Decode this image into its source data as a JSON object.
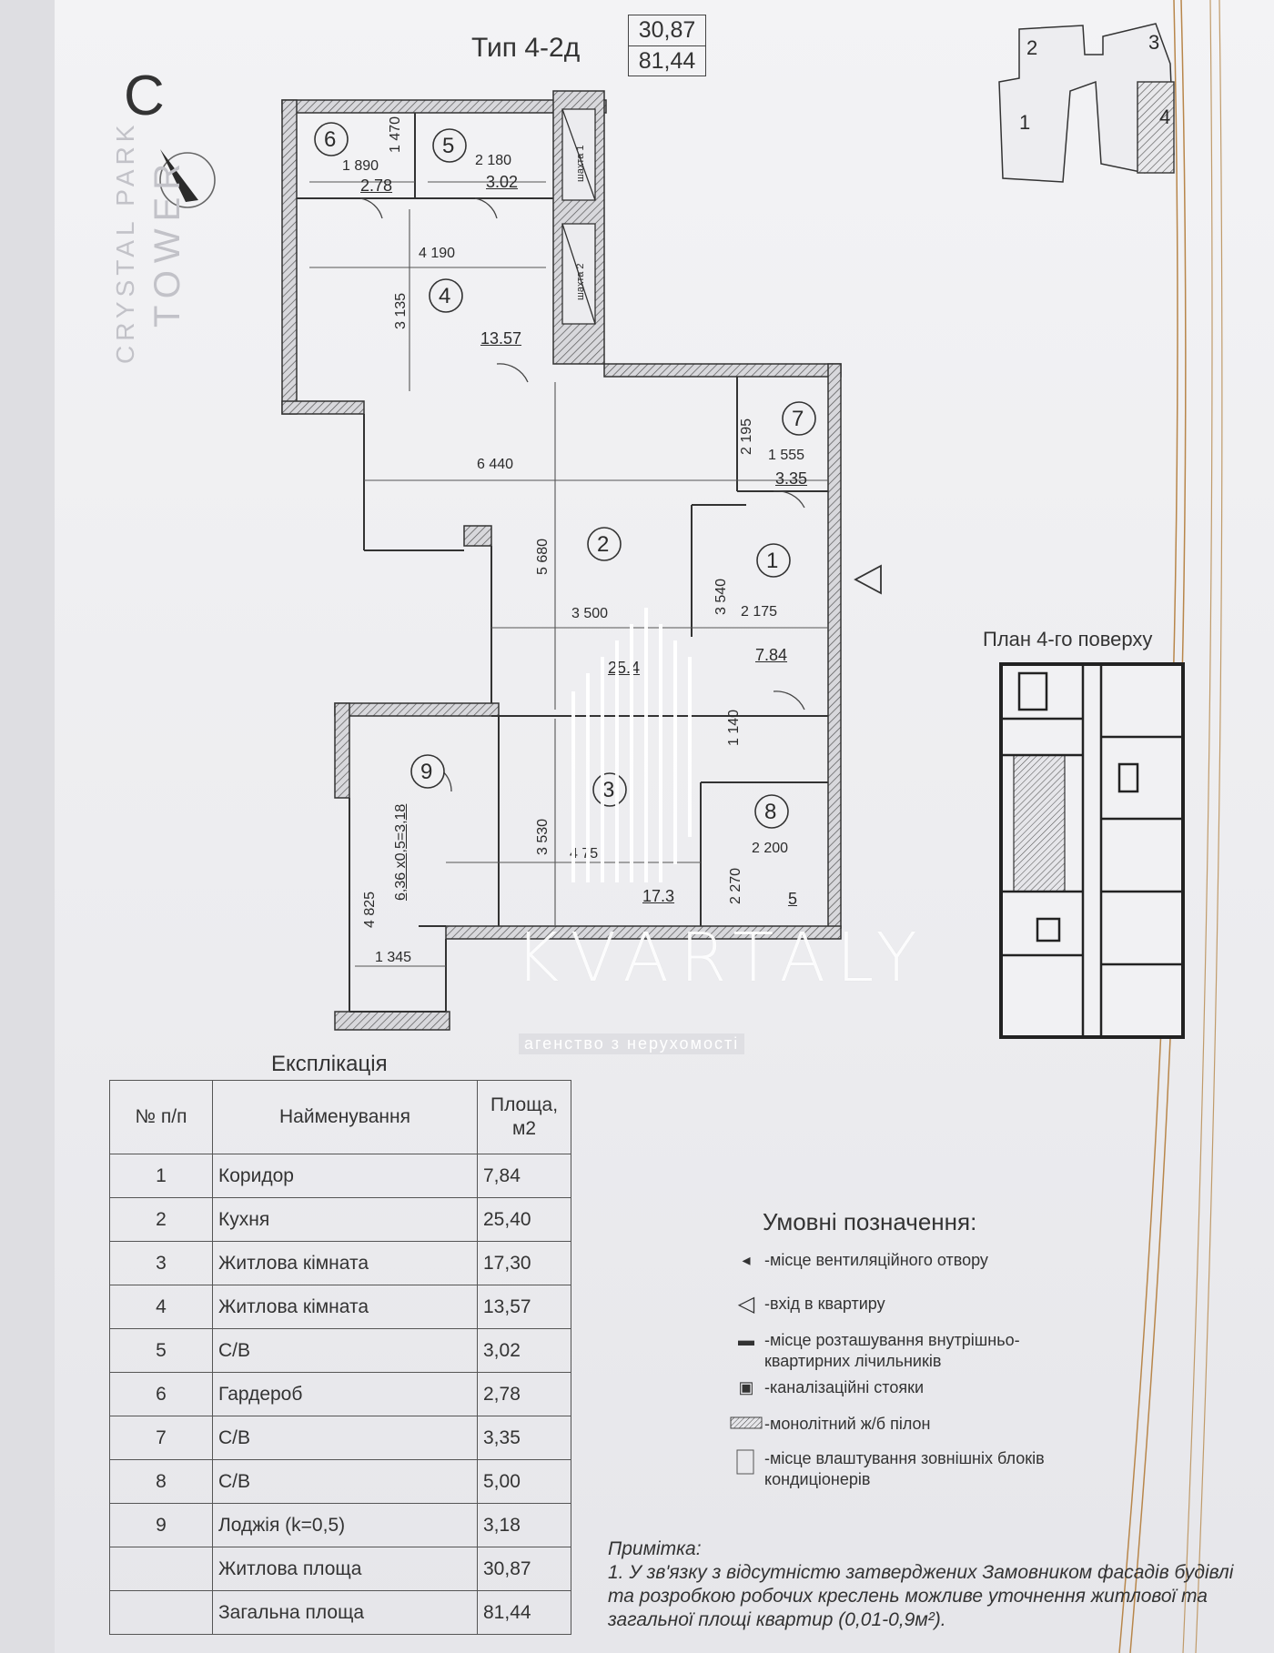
{
  "header": {
    "type_label": "Тип 4-2д",
    "living_area": "30,87",
    "total_area": "81,44",
    "section_letter": "С",
    "brand_line1": "CRYSTAL PARK",
    "brand_line2": "TOWER"
  },
  "plan": {
    "rooms": [
      {
        "num": "1",
        "area": "7.84"
      },
      {
        "num": "2",
        "area": "25.4"
      },
      {
        "num": "3",
        "area": "17.3"
      },
      {
        "num": "4",
        "area": "13.57"
      },
      {
        "num": "5",
        "area": "3.02"
      },
      {
        "num": "6",
        "area": "2.78"
      },
      {
        "num": "7",
        "area": "3.35"
      },
      {
        "num": "8",
        "area": "5"
      },
      {
        "num": "9",
        "area": ""
      }
    ],
    "dimensions": {
      "d6w": "1 890",
      "d6h": "1 470",
      "d5w": "2 180",
      "d4w": "4 190",
      "d4h": "3 135",
      "d7h": "2 195",
      "d7w": "1 555",
      "dtot": "6 440",
      "d2h": "5 680",
      "d2w": "3 500",
      "d1h": "3 540",
      "d1w": "2 175",
      "d8h": "1 140",
      "d3h": "3 530",
      "d3w": "4 75",
      "d8w": "2 200",
      "d8h2": "2 270",
      "d9h": "4 825",
      "d9w": "1 345",
      "loggia_formula": "6,36 x0,5=3,18"
    },
    "shaft1": "шахта 1",
    "shaft2": "шахта 2"
  },
  "key_plan": {
    "labels": [
      "1",
      "2",
      "3",
      "4"
    ]
  },
  "floor_plan_title": "План 4-го поверху",
  "explication": {
    "title": "Експлікація",
    "headers": [
      "№ п/п",
      "Найменування",
      "Площа, м2"
    ],
    "rows": [
      [
        "1",
        "Коридор",
        "7,84"
      ],
      [
        "2",
        "Кухня",
        "25,40"
      ],
      [
        "3",
        "Житлова кімната",
        "17,30"
      ],
      [
        "4",
        "Житлова кімната",
        "13,57"
      ],
      [
        "5",
        "С/В",
        "3,02"
      ],
      [
        "6",
        "Гардероб",
        "2,78"
      ],
      [
        "7",
        "С/В",
        "3,35"
      ],
      [
        "8",
        "С/В",
        "5,00"
      ],
      [
        "9",
        "Лоджія (k=0,5)",
        "3,18"
      ],
      [
        "",
        "Житлова площа",
        "30,87"
      ],
      [
        "",
        "Загальна площа",
        "81,44"
      ]
    ]
  },
  "legend": {
    "title": "Умовні позначення:",
    "items": [
      "-місце вентиляційного отвору",
      "-вхід в квартиру",
      "-місце розташування внутрішньо-квартирних лічильників",
      "-каналізаційні стояки",
      "-монолітний ж/б пілон",
      "-місце влаштування зовнішніх блоків кондиціонерів"
    ]
  },
  "note": {
    "title": "Примітка:",
    "text": "1. У зв'язку з відсутністю затверджених Замовником фасадів будівлі та розробкою робочих креслень можливе уточнення житлової та загальної площі квартир (0,01-0,9м²)."
  },
  "watermark": {
    "brand": "KVARTALY",
    "tagline": "агенство з нерухомості"
  }
}
